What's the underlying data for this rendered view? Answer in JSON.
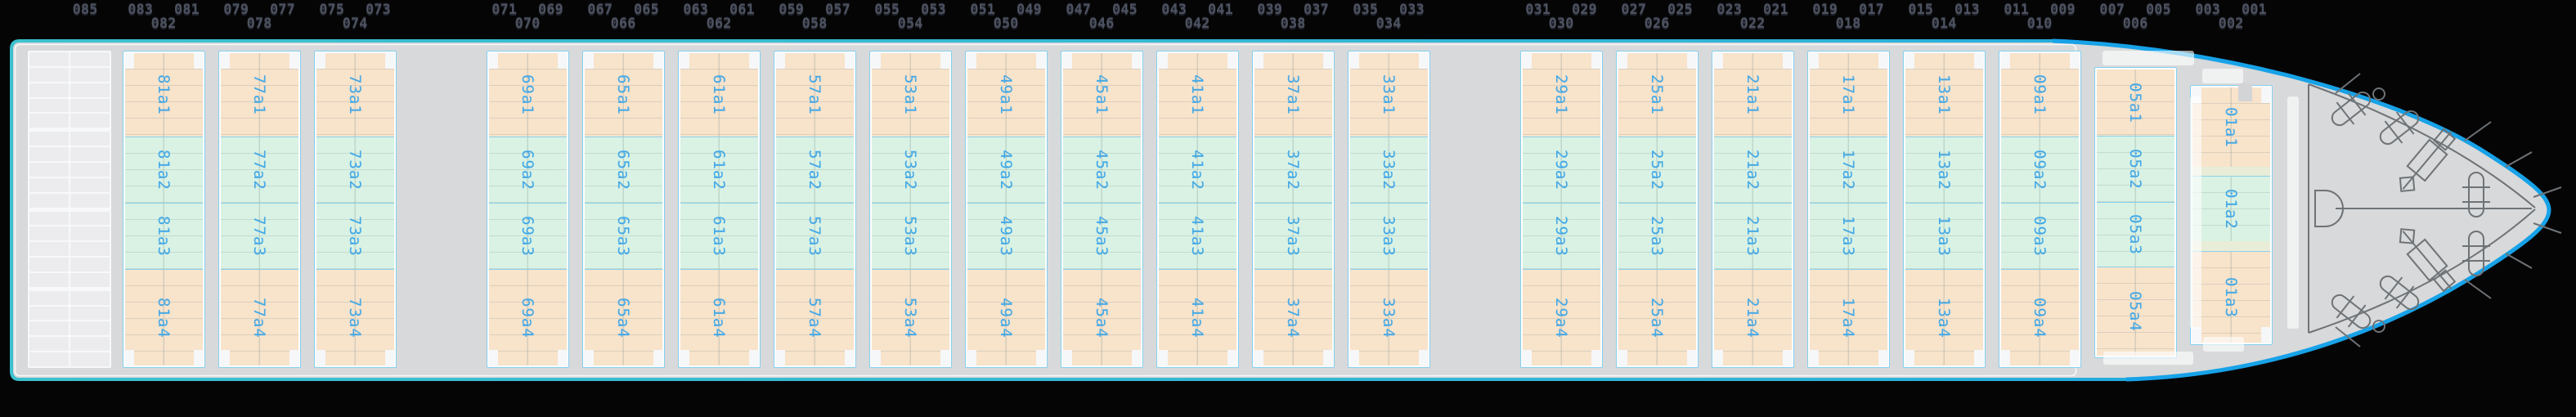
{
  "app": {
    "view": "vessel-deck-stowage-plan",
    "deck_level": "a"
  },
  "colors": {
    "hull_teal": "#3cc1cf",
    "hull_blue": "#14a0e8",
    "deck_gray": "#d8d9da",
    "zone_peach": "#f8e3cb",
    "zone_mint": "#d9f2e4",
    "zone_spacer_olive": "#e9edd8",
    "zone_border_blue": "#85cfef",
    "zone_label_blue": "#45a9e6",
    "header_text_gray": "#4d5260",
    "stern_grid_cell": "#ececee",
    "equipment_line_gray": "#6e7377"
  },
  "header": {
    "groups": [
      {
        "bay": "85",
        "odds": [
          "085"
        ],
        "even": null
      },
      {
        "bay": "81",
        "odds": [
          "083",
          "081"
        ],
        "even": "082"
      },
      {
        "bay": "77",
        "odds": [
          "079",
          "077"
        ],
        "even": "078"
      },
      {
        "bay": "73",
        "odds": [
          "075",
          "073"
        ],
        "even": "074"
      },
      {
        "bay": "69",
        "odds": [
          "071",
          "069"
        ],
        "even": "070"
      },
      {
        "bay": "65",
        "odds": [
          "067",
          "065"
        ],
        "even": "066"
      },
      {
        "bay": "61",
        "odds": [
          "063",
          "061"
        ],
        "even": "062"
      },
      {
        "bay": "57",
        "odds": [
          "059",
          "057"
        ],
        "even": "058"
      },
      {
        "bay": "53",
        "odds": [
          "055",
          "053"
        ],
        "even": "054"
      },
      {
        "bay": "49",
        "odds": [
          "051",
          "049"
        ],
        "even": "050"
      },
      {
        "bay": "45",
        "odds": [
          "047",
          "045"
        ],
        "even": "046"
      },
      {
        "bay": "41",
        "odds": [
          "043",
          "041"
        ],
        "even": "042"
      },
      {
        "bay": "37",
        "odds": [
          "039",
          "037"
        ],
        "even": "038"
      },
      {
        "bay": "33",
        "odds": [
          "035",
          "033"
        ],
        "even": "034"
      },
      {
        "bay": "29",
        "odds": [
          "031",
          "029"
        ],
        "even": "030"
      },
      {
        "bay": "25",
        "odds": [
          "027",
          "025"
        ],
        "even": "026"
      },
      {
        "bay": "21",
        "odds": [
          "023",
          "021"
        ],
        "even": "022"
      },
      {
        "bay": "17",
        "odds": [
          "019",
          "017"
        ],
        "even": "018"
      },
      {
        "bay": "13",
        "odds": [
          "015",
          "013"
        ],
        "even": "014"
      },
      {
        "bay": "09",
        "odds": [
          "011",
          "009"
        ],
        "even": "010"
      },
      {
        "bay": "05",
        "odds": [
          "007",
          "005"
        ],
        "even": "006"
      },
      {
        "bay": "01",
        "odds": [
          "003",
          "001"
        ],
        "even": "002"
      }
    ]
  },
  "deck": {
    "stern_grid": {
      "bay": "85",
      "columns": 2,
      "rows": 20,
      "rows_per_tier": 5
    },
    "bays": [
      {
        "id": "81",
        "cells": [
          "81a1",
          "81a2",
          "81a3",
          "81a4"
        ],
        "tones": [
          "peach",
          "mint",
          "mint",
          "peach"
        ]
      },
      {
        "id": "77",
        "cells": [
          "77a1",
          "77a2",
          "77a3",
          "77a4"
        ],
        "tones": [
          "peach",
          "mint",
          "mint",
          "peach"
        ]
      },
      {
        "id": "73",
        "cells": [
          "73a1",
          "73a2",
          "73a3",
          "73a4"
        ],
        "tones": [
          "peach",
          "mint",
          "mint",
          "peach"
        ],
        "gap_after": true
      },
      {
        "id": "69",
        "cells": [
          "69a1",
          "69a2",
          "69a3",
          "69a4"
        ],
        "tones": [
          "peach",
          "mint",
          "mint",
          "peach"
        ]
      },
      {
        "id": "65",
        "cells": [
          "65a1",
          "65a2",
          "65a3",
          "65a4"
        ],
        "tones": [
          "peach",
          "mint",
          "mint",
          "peach"
        ]
      },
      {
        "id": "61",
        "cells": [
          "61a1",
          "61a2",
          "61a3",
          "61a4"
        ],
        "tones": [
          "peach",
          "mint",
          "mint",
          "peach"
        ]
      },
      {
        "id": "57",
        "cells": [
          "57a1",
          "57a2",
          "57a3",
          "57a4"
        ],
        "tones": [
          "peach",
          "mint",
          "mint",
          "peach"
        ]
      },
      {
        "id": "53",
        "cells": [
          "53a1",
          "53a2",
          "53a3",
          "53a4"
        ],
        "tones": [
          "peach",
          "mint",
          "mint",
          "peach"
        ]
      },
      {
        "id": "49",
        "cells": [
          "49a1",
          "49a2",
          "49a3",
          "49a4"
        ],
        "tones": [
          "peach",
          "mint",
          "mint",
          "peach"
        ]
      },
      {
        "id": "45",
        "cells": [
          "45a1",
          "45a2",
          "45a3",
          "45a4"
        ],
        "tones": [
          "peach",
          "mint",
          "mint",
          "peach"
        ]
      },
      {
        "id": "41",
        "cells": [
          "41a1",
          "41a2",
          "41a3",
          "41a4"
        ],
        "tones": [
          "peach",
          "mint",
          "mint",
          "peach"
        ]
      },
      {
        "id": "37",
        "cells": [
          "37a1",
          "37a2",
          "37a3",
          "37a4"
        ],
        "tones": [
          "peach",
          "mint",
          "mint",
          "peach"
        ]
      },
      {
        "id": "33",
        "cells": [
          "33a1",
          "33a2",
          "33a3",
          "33a4"
        ],
        "tones": [
          "peach",
          "mint",
          "mint",
          "peach"
        ],
        "gap_after": true
      },
      {
        "id": "29",
        "cells": [
          "29a1",
          "29a2",
          "29a3",
          "29a4"
        ],
        "tones": [
          "peach",
          "mint",
          "mint",
          "peach"
        ]
      },
      {
        "id": "25",
        "cells": [
          "25a1",
          "25a2",
          "25a3",
          "25a4"
        ],
        "tones": [
          "peach",
          "mint",
          "mint",
          "peach"
        ]
      },
      {
        "id": "21",
        "cells": [
          "21a1",
          "21a2",
          "21a3",
          "21a4"
        ],
        "tones": [
          "peach",
          "mint",
          "mint",
          "peach"
        ]
      },
      {
        "id": "17",
        "cells": [
          "17a1",
          "17a2",
          "17a3",
          "17a4"
        ],
        "tones": [
          "peach",
          "mint",
          "mint",
          "peach"
        ]
      },
      {
        "id": "13",
        "cells": [
          "13a1",
          "13a2",
          "13a3",
          "13a4"
        ],
        "tones": [
          "peach",
          "mint",
          "mint",
          "peach"
        ]
      },
      {
        "id": "09",
        "cells": [
          "09a1",
          "09a2",
          "09a3",
          "09a4"
        ],
        "tones": [
          "peach",
          "mint",
          "mint",
          "peach"
        ]
      },
      {
        "id": "05",
        "cells": [
          "05a1",
          "05a2",
          "05a3",
          "05a4"
        ],
        "tones": [
          "peach",
          "mint",
          "mint",
          "peach"
        ],
        "variant": "inset"
      },
      {
        "id": "01",
        "cells": [
          "01a1",
          "01a2",
          "01a3"
        ],
        "tones": [
          "peach",
          "mint",
          "peach"
        ],
        "variant": "short"
      }
    ]
  }
}
